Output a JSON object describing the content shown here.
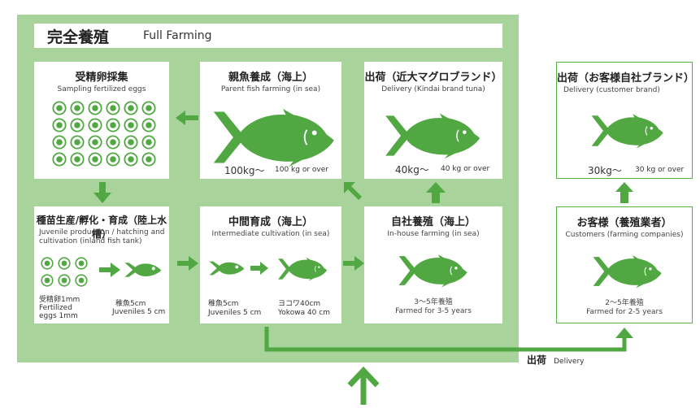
{
  "title": {
    "jp": "完全養殖",
    "en": "Full Farming"
  },
  "boxes": {
    "fertilized": {
      "title": "受精卵採集",
      "subtitle": "Sampling fertilized eggs"
    },
    "parent": {
      "title": "親魚養成（海上）",
      "subtitle": "Parent fish farming (in sea)",
      "weight_jp": "100kg〜",
      "weight_en": "100 kg or over"
    },
    "kindai": {
      "title": "出荷（近大マグロブランド）",
      "subtitle": "Delivery (Kindai brand tuna)",
      "weight_jp": "40kg〜",
      "weight_en": "40 kg or over"
    },
    "seed": {
      "title": "種苗生産/孵化・育成（陸上水槽）",
      "subtitle": "Juvenile production / hatching and cultivation (inland fish tank)",
      "egg_jp": "受精卵1mm",
      "egg_en": "Fertilized eggs 1mm",
      "juv_jp": "稚魚5cm",
      "juv_en": "Juveniles 5 cm"
    },
    "intermediate": {
      "title": "中間育成（海上）",
      "subtitle": "Intermediate cultivation (in sea)",
      "juv_jp": "稚魚5cm",
      "juv_en": "Juveniles 5 cm",
      "yoko_jp": "ヨコワ40cm",
      "yoko_en": "Yokowa 40 cm"
    },
    "inhouse": {
      "title": "自社養殖（海上）",
      "subtitle": "In-house farming (in sea)",
      "years_jp": "3〜5年養殖",
      "years_en": "Farmed for 3-5 years"
    },
    "customer_delivery": {
      "title": "出荷（お客様自社ブランド）",
      "subtitle": "Delivery (customer brand)",
      "weight_jp": "30kg〜",
      "weight_en": "30 kg or over"
    },
    "customers": {
      "title": "お客様（養殖業者）",
      "subtitle": "Customers (farming companies)",
      "years_jp": "2〜5年養殖",
      "years_en": "Farmed for 2-5 years"
    }
  },
  "delivery_label": {
    "jp": "出荷",
    "en": "Delivery"
  },
  "colors": {
    "accent": "#51a843",
    "background_panel": "#a8d39a"
  },
  "icons": [
    "fertilized-egg-icon",
    "tuna-fish-icon",
    "juvenile-fish-icon",
    "arrow-icon"
  ]
}
